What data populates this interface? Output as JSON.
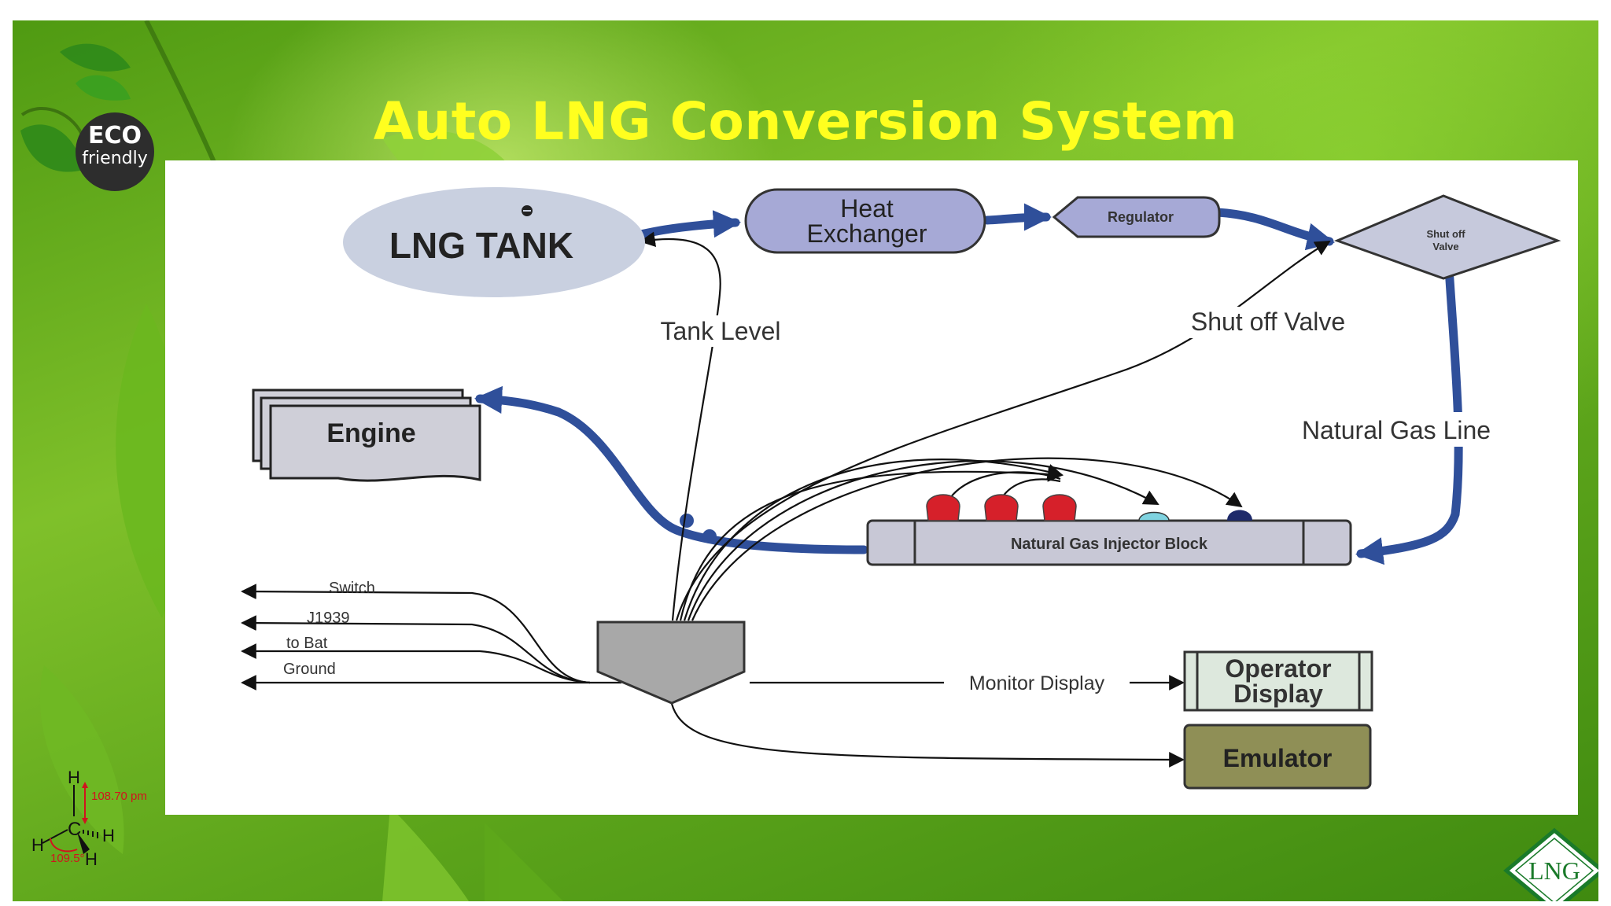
{
  "slide": {
    "title": "Auto LNG Conversion System",
    "badge": {
      "line1": "ECO",
      "line2": "friendly"
    },
    "logo_text": "LNG"
  },
  "diagram": {
    "nodes": {
      "lng_tank": "LNG TANK",
      "heat_exchanger_line1": "Heat",
      "heat_exchanger_line2": "Exchanger",
      "regulator": "Regulator",
      "shutoff_valve_line1": "Shut off",
      "shutoff_valve_line2": "Valve",
      "engine": "Engine",
      "injector_block": "Natural Gas Injector Block",
      "operator_display_line1": "Operator",
      "operator_display_line2": "Display",
      "emulator": "Emulator"
    },
    "labels": {
      "tank_level": "Tank Level",
      "shutoff_valve": "Shut off Valve",
      "natural_gas_line": "Natural Gas Line",
      "monitor_display": "Monitor Display",
      "switch": "Switch",
      "j1939": "J1939",
      "to_bat": "to Bat",
      "ground": "Ground"
    }
  },
  "methane": {
    "atom_c": "C",
    "atom_h": "H",
    "bond_length": "108.70 pm",
    "bond_angle": "109.5°"
  },
  "colors": {
    "title": "#ffff1f",
    "gas_line": "#2f4f9a",
    "tank_fill": "#c9d0e0",
    "exchanger_fill": "#a6a9d6",
    "injector_fill": "#c8c8d6",
    "injector_red": "#d6202a",
    "injector_cyan": "#7fd3e0",
    "injector_navy": "#1e2a6a",
    "controller_fill": "#a8a8a8",
    "operator_fill": "#dde8dd",
    "emulator_fill": "#8f8f56"
  }
}
